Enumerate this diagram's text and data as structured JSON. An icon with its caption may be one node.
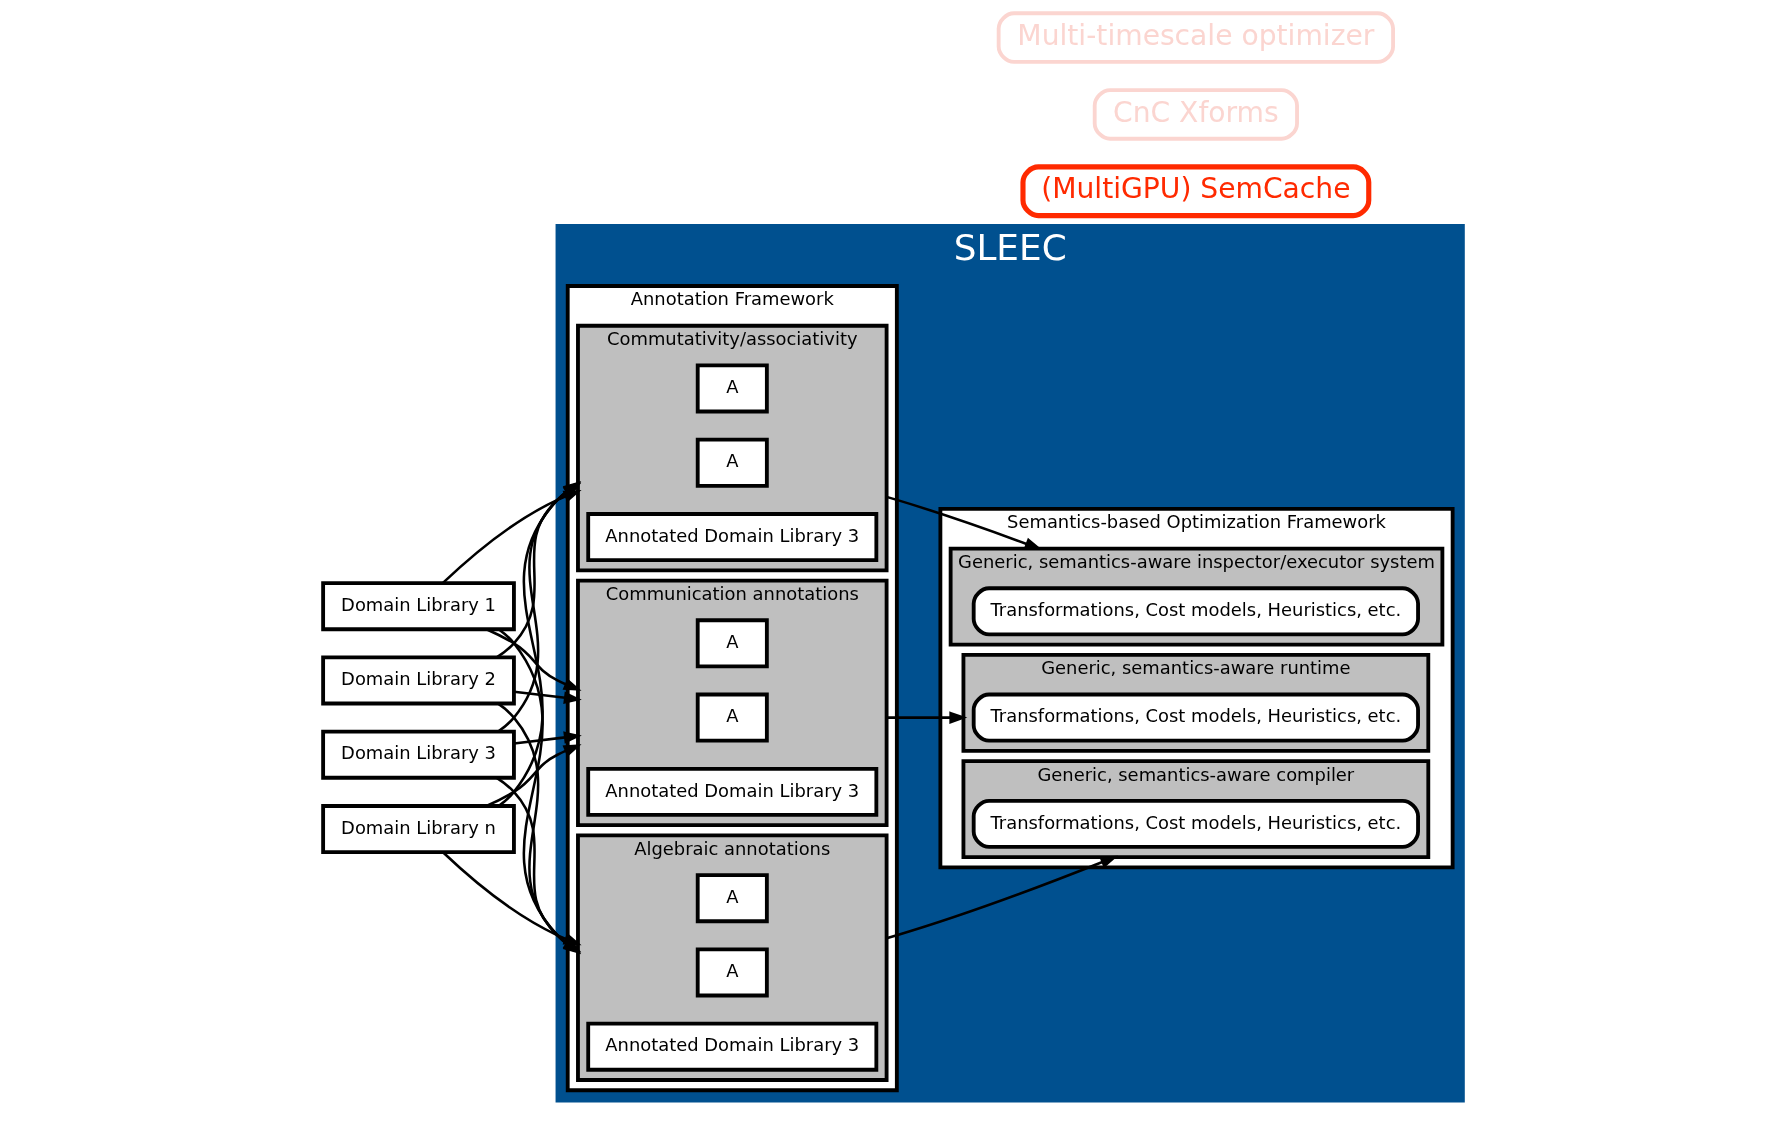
{
  "diagram": {
    "nodes": [
      {
        "text": [
          "SLEEC"
        ]
      },
      {
        "text": [
          "Annotation Framework"
        ],
        "in": 0
      },
      {
        "text": [
          "Communication annotations"
        ],
        "in": 1
      },
      {
        "text": [
          "A"
        ],
        "in": 2
      },
      {
        "text": [
          "A"
        ],
        "in": 2
      },
      {
        "text": [
          "Annotated Domain Library 3"
        ],
        "in": 2
      },
      {
        "text": [
          "Algebraic annotations"
        ],
        "in": 1
      },
      {
        "text": [
          "A"
        ],
        "in": 6
      },
      {
        "text": [
          "A"
        ],
        "in": 6
      },
      {
        "text": [
          "Annotated Domain Library 3"
        ],
        "in": 6
      },
      {
        "text": [
          "Commutativity/associativity"
        ],
        "in": 1
      },
      {
        "text": [
          "A"
        ],
        "in": 10
      },
      {
        "text": [
          "A"
        ],
        "in": 10
      },
      {
        "text": [
          "Annotated Domain Library 3"
        ],
        "in": 10
      },
      {
        "text": [
          "Semantics-based Optimization Framework"
        ],
        "in": 0
      },
      {
        "text": [
          "Generic, semantics-aware runtime"
        ],
        "in": 14
      },
      {
        "text": [
          "Transformations, Cost models, Heuristics, etc."
        ],
        "in": 15
      },
      {
        "text": [
          "Generic, semantics-aware compiler"
        ],
        "in": 14
      },
      {
        "text": [
          "Transformations, Cost models, Heuristics, etc."
        ],
        "in": 17
      },
      {
        "text": [
          "Generic, semantics-aware inspector/executor system"
        ],
        "in": 14
      },
      {
        "text": [
          "Transformations, Cost models, Heuristics, etc."
        ],
        "in": 19
      },
      {
        "text": [
          "Domain Library 1"
        ]
      },
      {
        "text": [
          "Domain Library 2"
        ]
      },
      {
        "text": [
          "Domain Library 3"
        ]
      },
      {
        "text": [
          "Domain Library n"
        ]
      },
      {
        "text": [
          "(MultiGPU) SemCache"
        ]
      },
      {
        "text": [
          "CnC Xforms"
        ]
      },
      {
        "text": [
          "Multi-timescale optimizer"
        ]
      }
    ],
    "edges": [
      {
        "from": 21,
        "to": 2,
        "arrow": "to"
      },
      {
        "from": 21,
        "to": 6,
        "arrow": "to"
      },
      {
        "from": 21,
        "to": 10,
        "arrow": "to"
      },
      {
        "from": 22,
        "to": 2,
        "arrow": "to"
      },
      {
        "from": 22,
        "to": 6,
        "arrow": "to"
      },
      {
        "from": 22,
        "to": 10,
        "arrow": "to"
      },
      {
        "from": 23,
        "to": 2,
        "arrow": "to"
      },
      {
        "from": 23,
        "to": 6,
        "arrow": "to"
      },
      {
        "from": 23,
        "to": 10,
        "arrow": "to"
      },
      {
        "from": 24,
        "to": 2,
        "arrow": "to"
      },
      {
        "from": 24,
        "to": 6,
        "arrow": "to"
      },
      {
        "from": 24,
        "to": 10,
        "arrow": "to"
      },
      {
        "from": 2,
        "to": 15,
        "arrow": "to"
      },
      {
        "from": 6,
        "to": 17,
        "arrow": "to"
      },
      {
        "from": 10,
        "to": 19,
        "arrow": "to"
      }
    ]
  }
}
